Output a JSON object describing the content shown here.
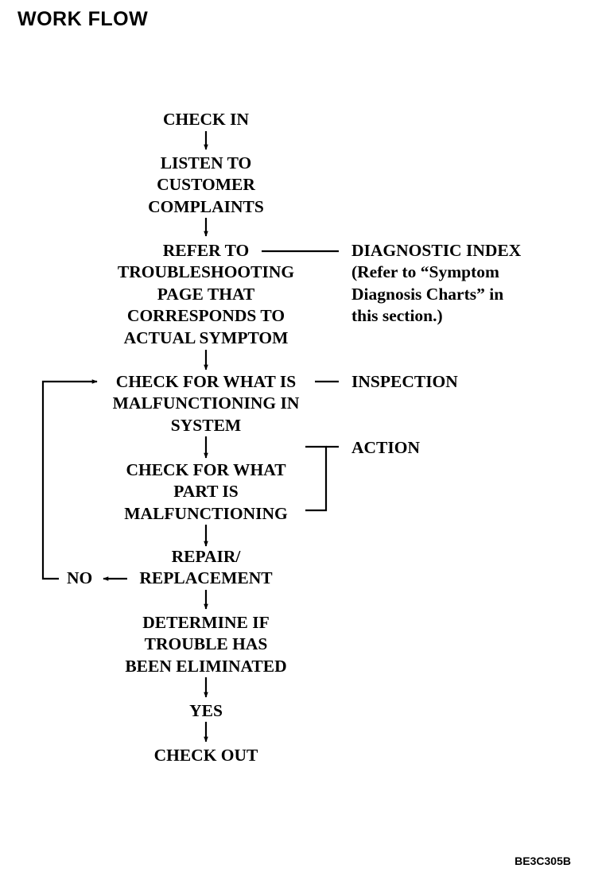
{
  "title": "WORK FLOW",
  "figure_code": "BE3C305B",
  "steps": {
    "check_in": "CHECK IN",
    "listen": "LISTEN TO\nCUSTOMER\nCOMPLAINTS",
    "refer": "REFER TO\nTROUBLESHOOTING\nPAGE THAT\nCORRESPONDS TO\nACTUAL SYMPTOM",
    "check_system": "CHECK FOR WHAT IS\nMALFUNCTIONING IN\nSYSTEM",
    "check_part": "CHECK FOR WHAT\nPART IS\nMALFUNCTIONING",
    "repair": "REPAIR/\nREPLACEMENT",
    "determine": "DETERMINE IF\nTROUBLE HAS\nBEEN ELIMINATED",
    "yes": "YES",
    "check_out": "CHECK OUT"
  },
  "side_labels": {
    "diagnostic_index": "DIAGNOSTIC INDEX\n(Refer to “Symptom\nDiagnosis Charts” in\nthis section.)",
    "inspection": "INSPECTION",
    "action": "ACTION"
  },
  "loop_label": "NO"
}
